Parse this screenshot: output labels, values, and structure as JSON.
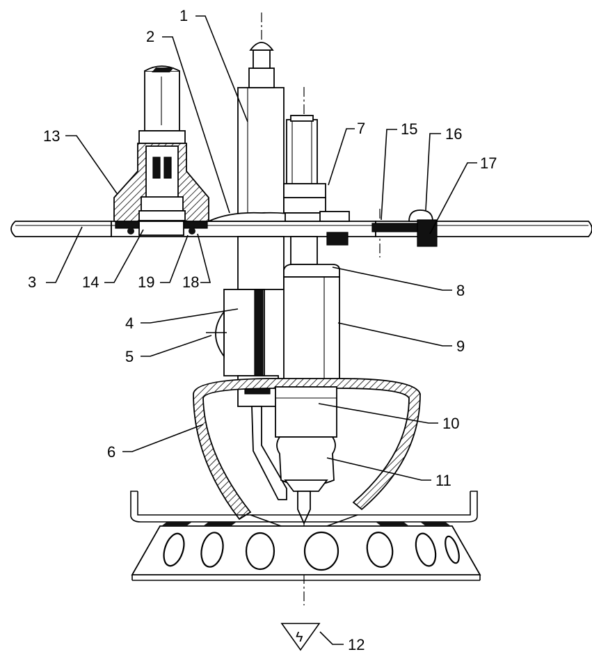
{
  "labels": {
    "l1": "1",
    "l2": "2",
    "l3": "3",
    "l4": "4",
    "l5": "5",
    "l6": "6",
    "l7": "7",
    "l8": "8",
    "l9": "9",
    "l10": "10",
    "l11": "11",
    "l12": "12",
    "l13": "13",
    "l14": "14",
    "l15": "15",
    "l16": "16",
    "l17": "17",
    "l18": "18",
    "l19": "19"
  },
  "symbol": {
    "glyph": "ϟ",
    "name": "lightning-triangle-icon"
  }
}
